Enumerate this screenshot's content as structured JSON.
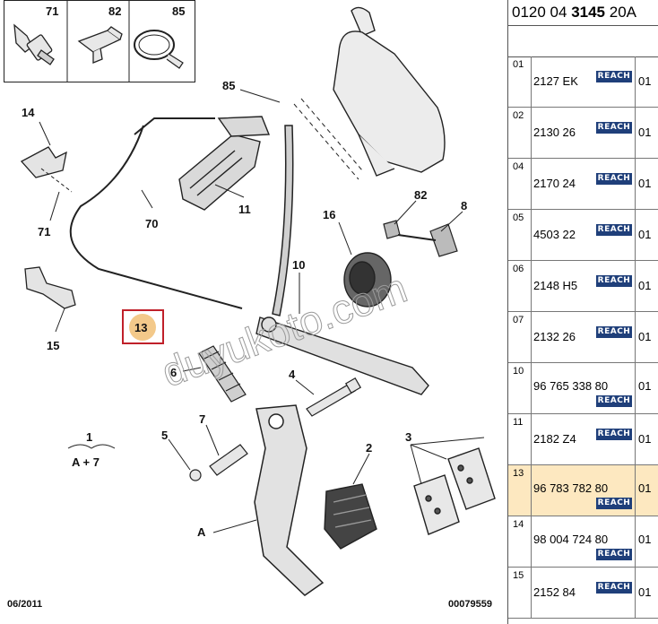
{
  "header": {
    "prefix": "0120 04 ",
    "bold": "3145",
    "suffix": " 20A"
  },
  "icons": [
    {
      "number": "71",
      "icon": "bolt-icon"
    },
    {
      "number": "82",
      "icon": "clip-icon"
    },
    {
      "number": "85",
      "icon": "clamp-ring-icon"
    }
  ],
  "callouts": {
    "c1": "1",
    "c1_formula": "A + 7",
    "c2": "2",
    "c3": "3",
    "c4": "4",
    "c5": "5",
    "c6": "6",
    "c7": "7",
    "c8": "8",
    "c10": "10",
    "c11": "11",
    "c13": "13",
    "c14": "14",
    "c15": "15",
    "c16": "16",
    "c70": "70",
    "c71": "71",
    "c82": "82",
    "c85": "85",
    "cA": "A"
  },
  "watermark": "duyukoto.com",
  "footer": {
    "date": "06/2011",
    "code": "00079559"
  },
  "reach_label": "REACH",
  "parts": [
    {
      "index": "01",
      "ref": "2127 EK",
      "qty": "01",
      "reach": true,
      "highlight": false
    },
    {
      "index": "02",
      "ref": "2130 26",
      "qty": "01",
      "reach": true,
      "highlight": false
    },
    {
      "index": "04",
      "ref": "2170 24",
      "qty": "01",
      "reach": true,
      "highlight": false
    },
    {
      "index": "05",
      "ref": "4503 22",
      "qty": "01",
      "reach": true,
      "highlight": false
    },
    {
      "index": "06",
      "ref": "2148 H5",
      "qty": "01",
      "reach": true,
      "highlight": false
    },
    {
      "index": "07",
      "ref": "2132 26",
      "qty": "01",
      "reach": true,
      "highlight": false
    },
    {
      "index": "10",
      "ref": "96 765 338 80",
      "qty": "01",
      "reach": true,
      "highlight": false
    },
    {
      "index": "11",
      "ref": "2182 Z4",
      "qty": "01",
      "reach": true,
      "highlight": false
    },
    {
      "index": "13",
      "ref": "96 783 782 80",
      "qty": "01",
      "reach": true,
      "highlight": true
    },
    {
      "index": "14",
      "ref": "98 004 724 80",
      "qty": "01",
      "reach": true,
      "highlight": false
    },
    {
      "index": "15",
      "ref": "2152 84",
      "qty": "01",
      "reach": true,
      "highlight": false
    }
  ],
  "colors": {
    "highlight_row": "#fde8c0",
    "reach_badge": "#1f3f7a",
    "callout_box": "#c0202a",
    "callout_dot": "#f3c98a"
  }
}
